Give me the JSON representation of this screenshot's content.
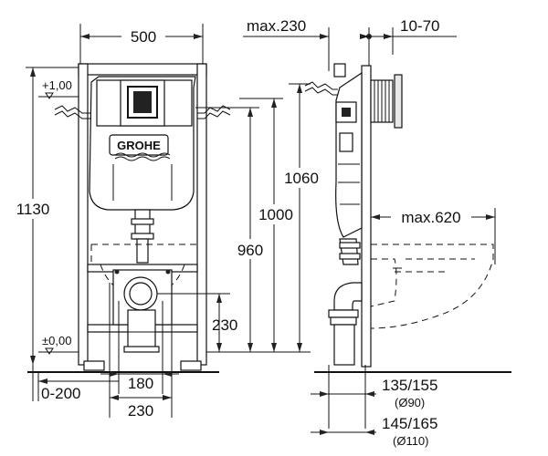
{
  "brand": "GROHE",
  "dimensions": {
    "width_top": "500",
    "max_depth_top": "max.230",
    "depth_range": "10-70",
    "height_total": "1130",
    "level_plus": "+1,00",
    "level_zero": "±0,00",
    "h_1060": "1060",
    "h_1000": "1000",
    "h_960": "960",
    "h_230_right": "230",
    "max_620": "max.620",
    "adj_0_200": "0-200",
    "w_180": "180",
    "w_230_bottom": "230",
    "d_135_155": "135/155",
    "d_pipe90": "(Ø90)",
    "d_145_165": "145/165",
    "d_pipe110": "(Ø110)"
  }
}
